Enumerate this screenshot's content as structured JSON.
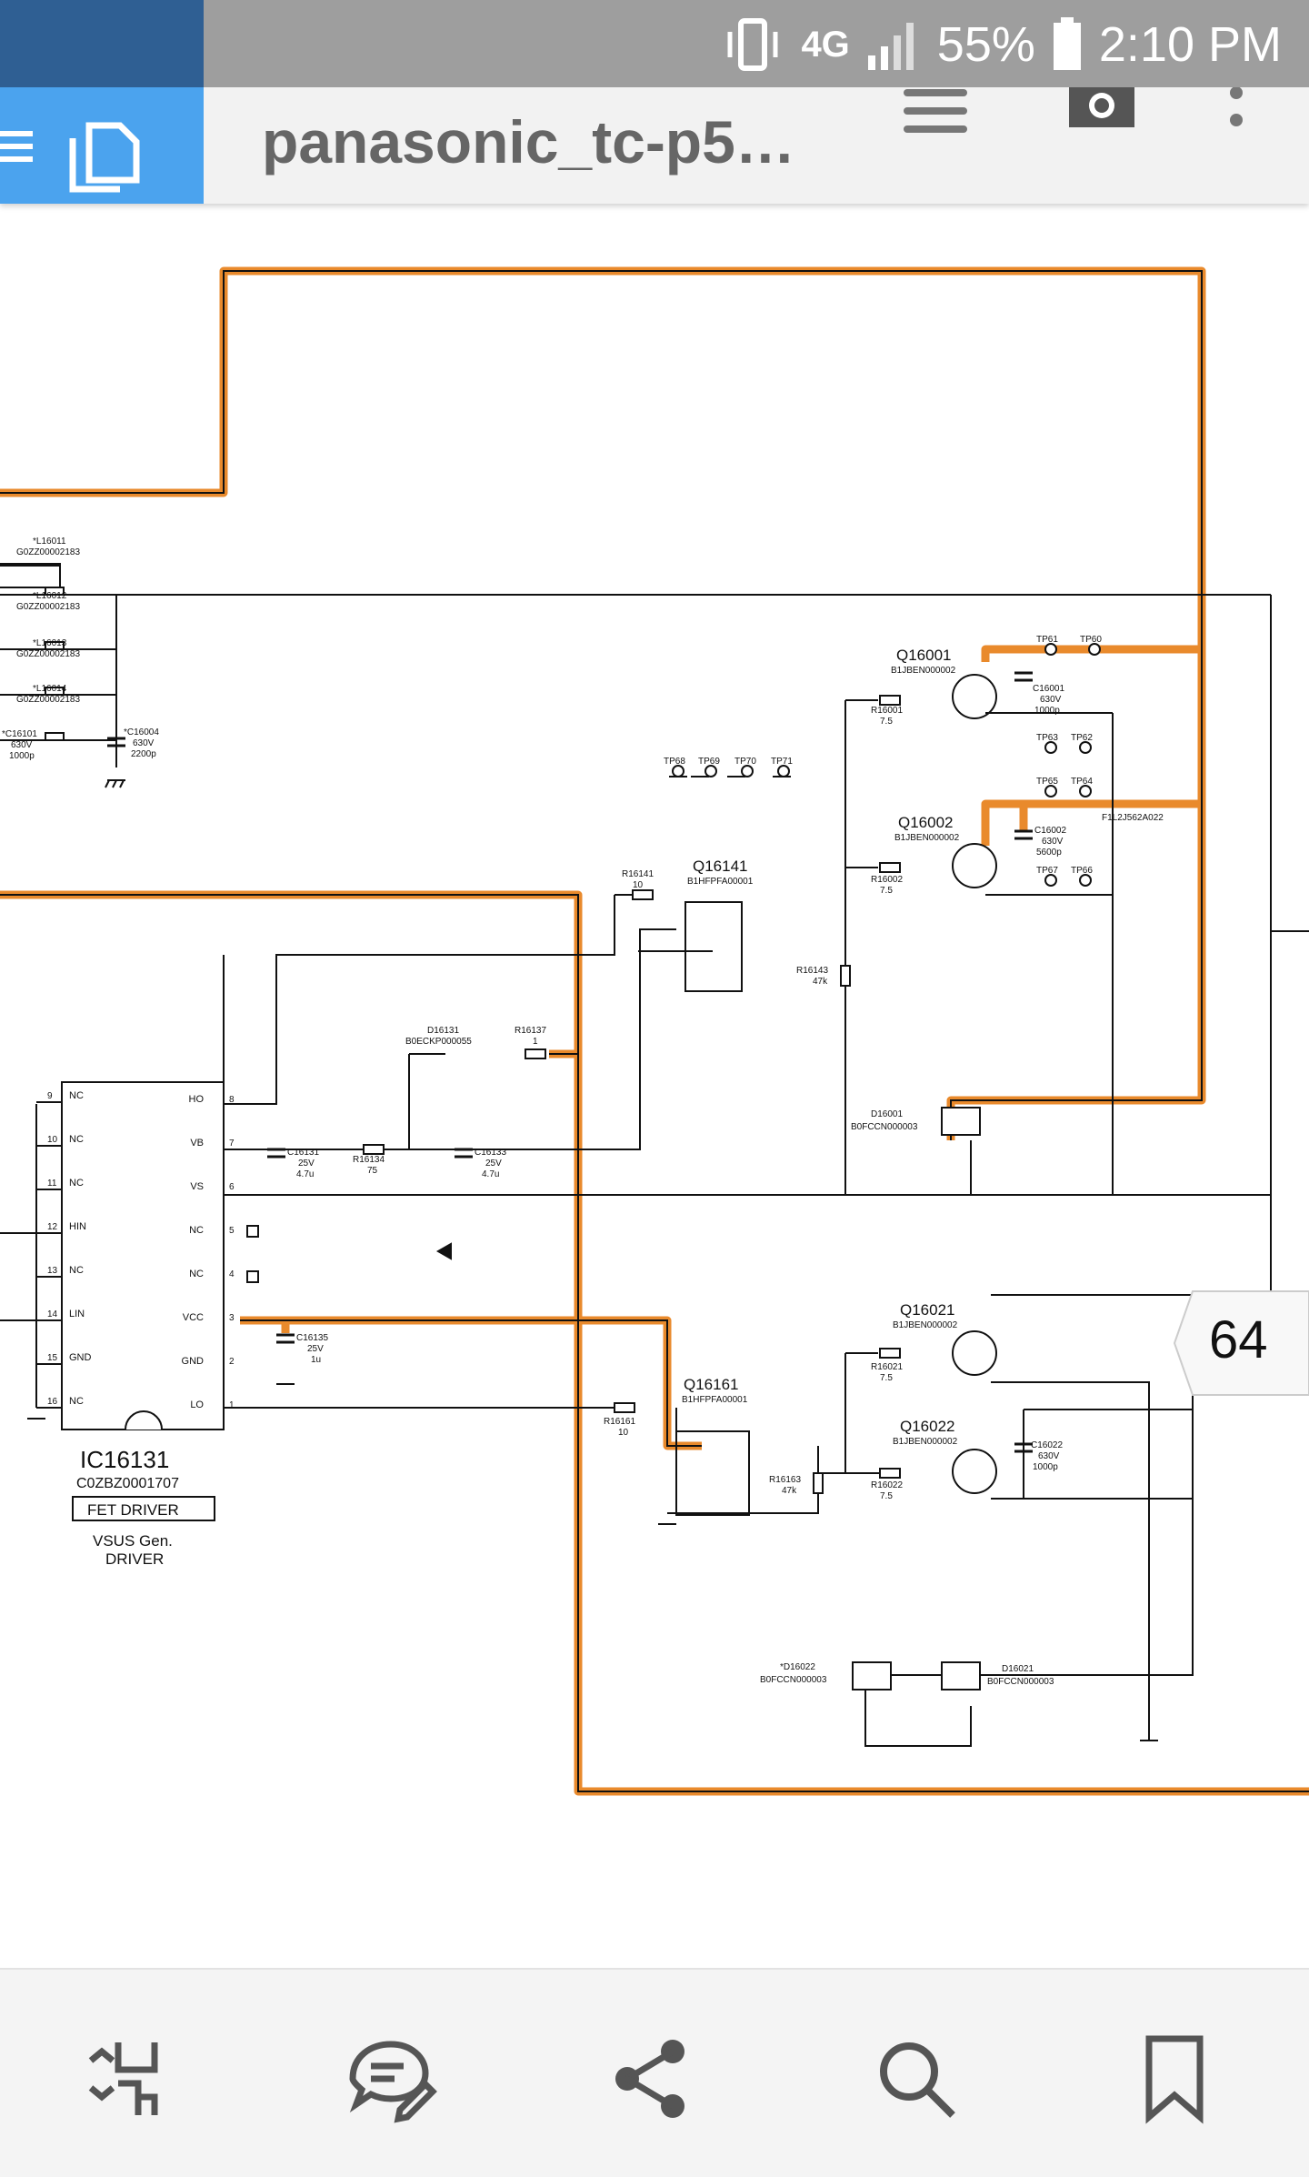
{
  "status_bar": {
    "network": "4G",
    "battery": "55%",
    "time": "2:10 PM"
  },
  "app_bar": {
    "title": "panasonic_tc-p5…"
  },
  "page_indicator": "64",
  "schematic": {
    "inductors": [
      {
        "ref": "*L16011",
        "part": "G0ZZ00002183"
      },
      {
        "ref": "*L16012",
        "part": "G0ZZ00002183"
      },
      {
        "ref": "*L16013",
        "part": "G0ZZ00002183"
      },
      {
        "ref": "*L16014",
        "part": "G0ZZ00002183"
      }
    ],
    "c16101": {
      "ref": "*C16101",
      "v": "630V",
      "val": "1000p"
    },
    "c16004": {
      "ref": "*C16004",
      "v": "630V",
      "val": "2200p"
    },
    "test_points_mid": [
      "TP68",
      "TP69",
      "TP70",
      "TP71"
    ],
    "tp_top": [
      "TP61",
      "TP60"
    ],
    "tp_row2": [
      "TP63",
      "TP62"
    ],
    "tp_row3": [
      "TP65",
      "TP64"
    ],
    "tp_row4": [
      "TP67",
      "TP66"
    ],
    "q16001": {
      "ref": "Q16001",
      "part": "B1JBEN000002"
    },
    "q16002": {
      "ref": "Q16002",
      "part": "B1JBEN000002"
    },
    "q16021": {
      "ref": "Q16021",
      "part": "B1JBEN000002"
    },
    "q16022": {
      "ref": "Q16022",
      "part": "B1JBEN000002"
    },
    "q16141": {
      "ref": "Q16141",
      "part": "B1HFPFA00001"
    },
    "q16161": {
      "ref": "Q16161",
      "part": "B1HFPFA00001"
    },
    "r16001": {
      "ref": "R16001",
      "val": "7.5"
    },
    "r16002": {
      "ref": "R16002",
      "val": "7.5"
    },
    "r16021": {
      "ref": "R16021",
      "val": "7.5"
    },
    "r16022": {
      "ref": "R16022",
      "val": "7.5"
    },
    "r16141": {
      "ref": "R16141",
      "val": "10"
    },
    "r16143": {
      "ref": "R16143",
      "val": "47k"
    },
    "r16161": {
      "ref": "R16161",
      "val": "10"
    },
    "r16163": {
      "ref": "R16163",
      "val": "47k"
    },
    "r16137": {
      "ref": "R16137",
      "val": "1"
    },
    "r16134": {
      "ref": "R16134",
      "val": "75"
    },
    "c16001": {
      "ref": "C16001",
      "v": "630V",
      "val": "1000p"
    },
    "c16002": {
      "ref": "C16002",
      "v": "630V",
      "val": "5600p"
    },
    "c16022": {
      "ref": "C16022",
      "v": "630V",
      "val": "1000p"
    },
    "c16131": {
      "ref": "C16131",
      "v": "25V",
      "val": "4.7u"
    },
    "c16133": {
      "ref": "C16133",
      "v": "25V",
      "val": "4.7u"
    },
    "c16135": {
      "ref": "C16135",
      "v": "25V",
      "val": "1u"
    },
    "d16131": {
      "ref": "D16131",
      "part": "B0ECKP000055"
    },
    "d16001": {
      "ref": "D16001",
      "part": "B0FCCN000003"
    },
    "d16021": {
      "ref": "D16021",
      "part": "B0FCCN000003"
    },
    "d16022": {
      "ref": "*D16022",
      "part": "B0FCCN000003"
    },
    "fuse": "F1L2J562A022",
    "ic": {
      "ref": "IC16131",
      "part": "C0ZBZ0001707",
      "function": "FET DRIVER",
      "desc1": "VSUS Gen.",
      "desc2": "DRIVER",
      "left_pins": [
        {
          "num": "9",
          "name": "NC"
        },
        {
          "num": "10",
          "name": "NC"
        },
        {
          "num": "11",
          "name": "NC"
        },
        {
          "num": "12",
          "name": "HIN"
        },
        {
          "num": "13",
          "name": "NC"
        },
        {
          "num": "14",
          "name": "LIN"
        },
        {
          "num": "15",
          "name": "GND"
        },
        {
          "num": "16",
          "name": "NC"
        }
      ],
      "right_pins": [
        {
          "num": "8",
          "name": "HO"
        },
        {
          "num": "7",
          "name": "VB"
        },
        {
          "num": "6",
          "name": "VS"
        },
        {
          "num": "5",
          "name": "NC"
        },
        {
          "num": "4",
          "name": "NC"
        },
        {
          "num": "3",
          "name": "VCC"
        },
        {
          "num": "2",
          "name": "GND"
        },
        {
          "num": "1",
          "name": "LO"
        }
      ]
    }
  },
  "bottom_toolbar": {
    "buttons": [
      "reflow-icon",
      "annotate-icon",
      "share-icon",
      "search-icon",
      "bookmark-icon"
    ]
  },
  "colors": {
    "highlight": "#e98a2c",
    "app_blue": "#4ba3ee",
    "status_gray": "#9e9e9e"
  }
}
